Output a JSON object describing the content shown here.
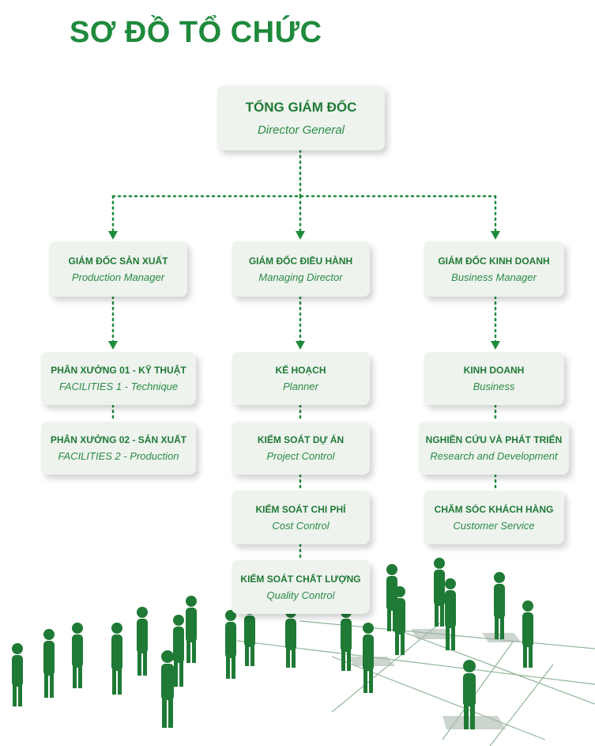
{
  "title": "SƠ ĐỒ TỔ CHỨC",
  "colors": {
    "brand_green": "#1f8a3c",
    "box_bg": "#eef3ee",
    "line_green": "#1f8a3c"
  },
  "ceo": {
    "vi": "TỔNG GIÁM ĐỐC",
    "en": "Director General"
  },
  "managers": [
    {
      "vi": "GIÁM ĐỐC SẢN XUẤT",
      "en": "Production Manager"
    },
    {
      "vi": "GIÁM ĐỐC ĐIỀU HÀNH",
      "en": "Managing Director"
    },
    {
      "vi": "GIÁM ĐỐC KINH DOANH",
      "en": "Business Manager"
    }
  ],
  "production_units": [
    {
      "vi": "PHÂN XƯỞNG 01 - KỸ THUẬT",
      "en": "FACILITIES 1  - Technique"
    },
    {
      "vi": "PHÂN XƯỞNG 02 - SẢN XUẤT",
      "en": "FACILITIES 2  - Production"
    }
  ],
  "managing_units": [
    {
      "vi": "KẾ HOẠCH",
      "en": "Planner"
    },
    {
      "vi": "KIỂM SOÁT DỰ ÁN",
      "en": "Project Control"
    },
    {
      "vi": "KIỂM SOÁT CHI PHÍ",
      "en": "Cost Control"
    },
    {
      "vi": "KIỂM SOÁT CHẤT LƯỢNG",
      "en": "Quality Control"
    }
  ],
  "business_units": [
    {
      "vi": "KINH DOANH",
      "en": "Business"
    },
    {
      "vi": "NGHIÊN CỨU VÀ PHÁT TRIỂN",
      "en": "Research and Development"
    },
    {
      "vi": "CHĂM SÓC KHÁCH HÀNG",
      "en": "Customer Service"
    }
  ],
  "decorative_image": "green-people-silhouettes-on-grid"
}
